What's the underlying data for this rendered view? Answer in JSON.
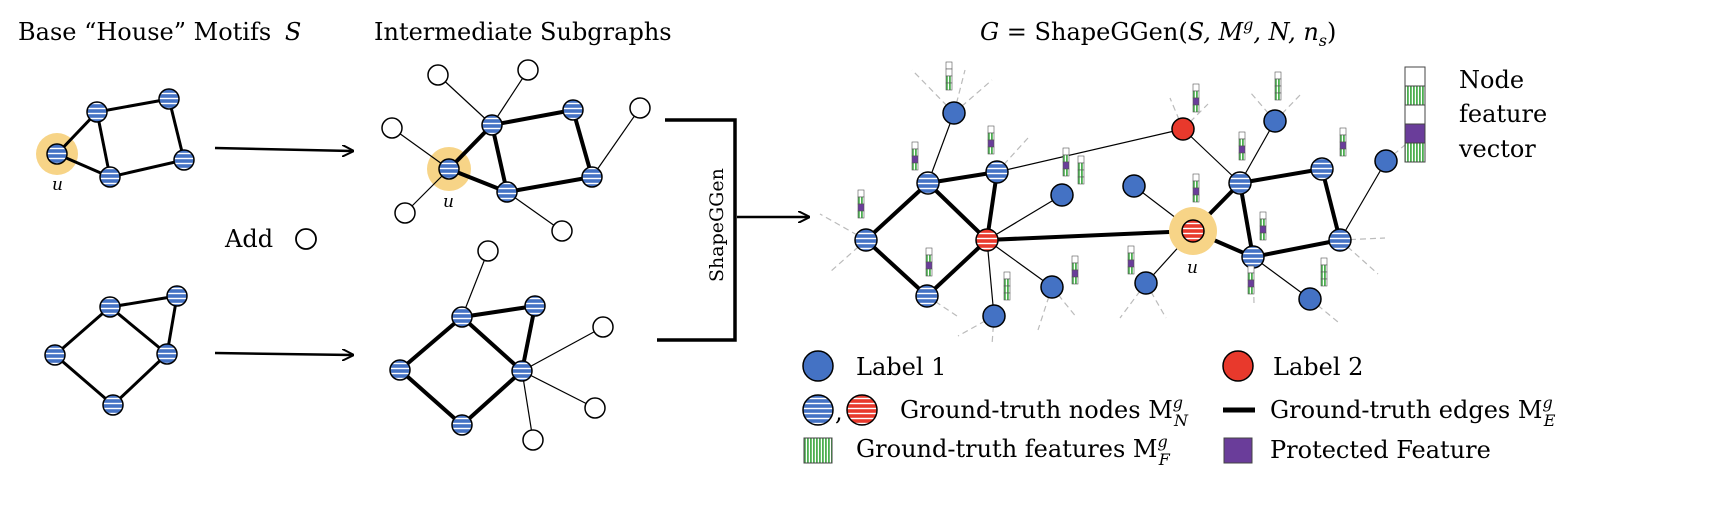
{
  "titles": {
    "base_motifs": "Base “House” Motifs",
    "base_motifs_symbol": "S",
    "intermediate": "Intermediate Subgraphs",
    "result_lhs": "G",
    "result_eq": " = ShapeGGen(",
    "result_args": "S, M",
    "result_sup": "g",
    "result_rest": ", N, n",
    "result_sub": "s",
    "result_close": ")"
  },
  "labels": {
    "u": "u",
    "add": "Add",
    "shapeggen": "ShapeGGen"
  },
  "feature_legend": {
    "line1": "Node",
    "line2": "feature",
    "line3": "vector"
  },
  "legend": {
    "label1": "Label 1",
    "label2": "Label 2",
    "comma": ",",
    "gt_nodes": "Ground-truth nodes M",
    "gt_nodes_sup": "g",
    "gt_nodes_sub": "N",
    "gt_edges": "Ground-truth edges M",
    "gt_edges_sup": "g",
    "gt_edges_sub": "E",
    "gt_features": "Ground-truth features M",
    "gt_features_sup": "g",
    "gt_features_sub": "F",
    "protected": "Protected Feature"
  },
  "colors": {
    "blue_node": "#4472C4",
    "red_node": "#E8392C",
    "green_feature": "#4CAF50",
    "purple_feature": "#6A3D9A",
    "highlight": "#F7D487",
    "edge": "#000000",
    "dashed": "#BBBBBB"
  }
}
